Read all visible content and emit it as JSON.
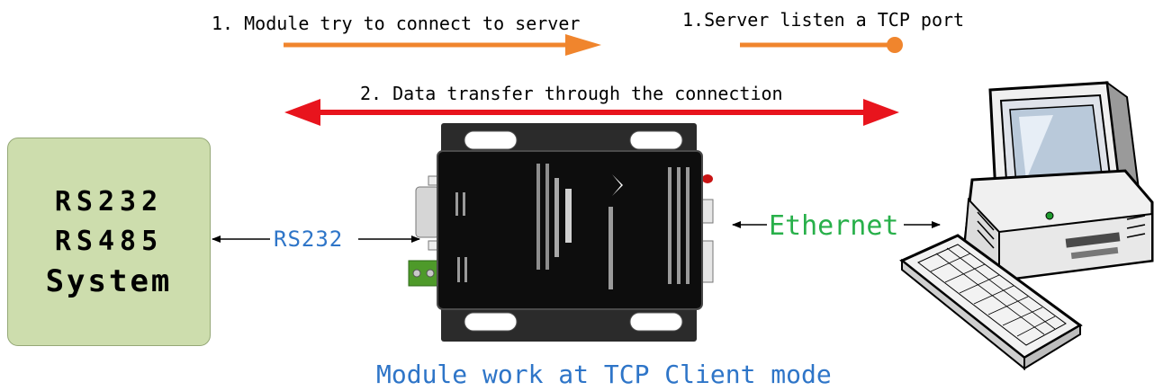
{
  "labels": {
    "module_connect": "1. Module try to connect to server",
    "server_listen": "1.Server listen a TCP port",
    "data_transfer": "2. Data transfer through the connection",
    "rs232_link": "RS232",
    "ethernet": "Ethernet",
    "caption": "Module work at TCP Client mode"
  },
  "system_box": {
    "lines": [
      "RS232",
      "RS485",
      "System"
    ]
  },
  "colors": {
    "orange": "#f0852d",
    "red": "#e8141d",
    "blue": "#2e75c8",
    "green": "#28b04a",
    "box_fill": "#cdddad"
  }
}
